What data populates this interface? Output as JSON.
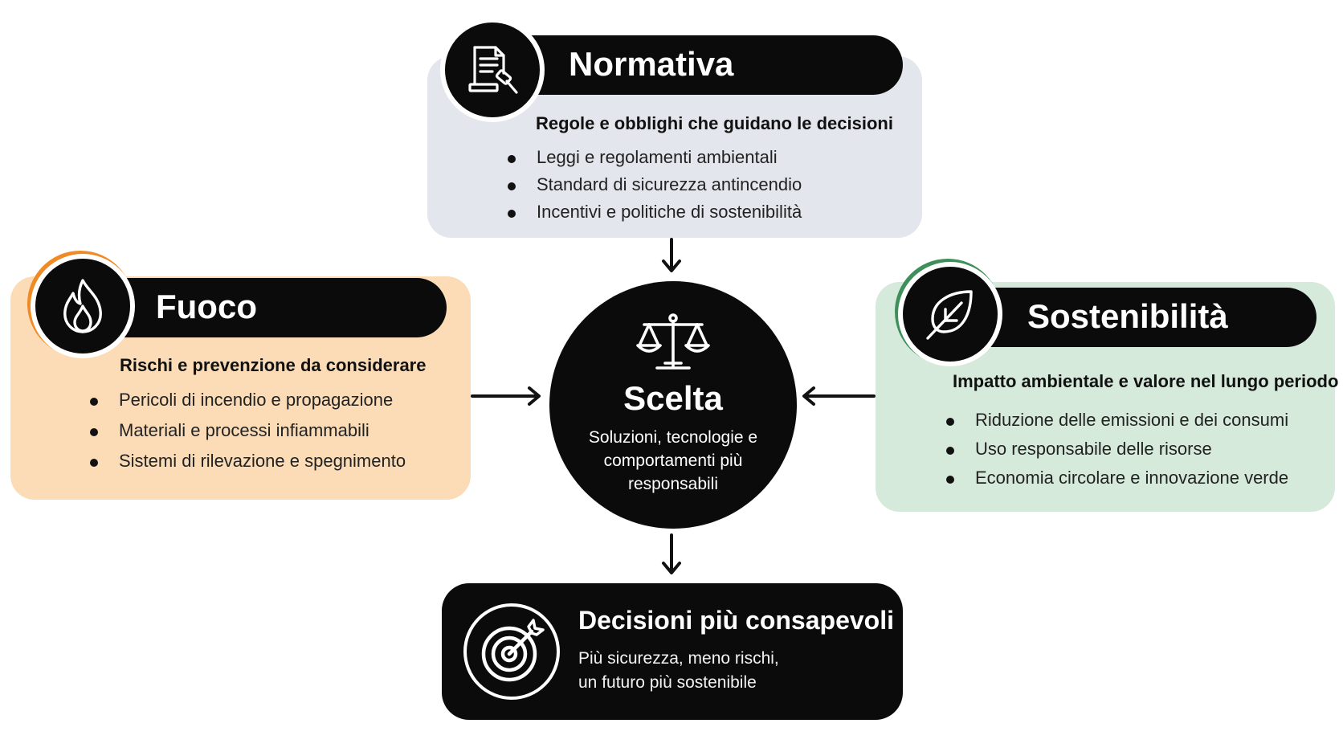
{
  "normativa": {
    "title": "Normativa",
    "subtitle": "Regole e obblighi che guidano le decisioni",
    "items": [
      "Leggi e regolamenti ambientali",
      "Standard di sicurezza antincendio",
      "Incentivi e politiche di sostenibilità"
    ],
    "icon": "document-gavel-icon",
    "color": "#e3e6ec"
  },
  "fuoco": {
    "title": "Fuoco",
    "subtitle": "Rischi e prevenzione da considerare",
    "items": [
      "Pericoli di incendio e propagazione",
      "Materiali e processi infiammabili",
      "Sistemi di rilevazione e spegnimento"
    ],
    "icon": "flame-icon",
    "color": "#fbdcb6",
    "accent": "#f08a24"
  },
  "sostenibilita": {
    "title": "Sostenibilità",
    "subtitle": "Impatto ambientale e valore nel lungo periodo",
    "items": [
      "Riduzione delle emissioni e dei consumi",
      "Uso responsabile delle risorse",
      "Economia circolare e innovazione verde"
    ],
    "icon": "leaf-icon",
    "color": "#d6eadc",
    "accent": "#3f8f5a"
  },
  "scelta": {
    "title": "Scelta",
    "text": "Soluzioni, tecnologie e comportamenti più responsabili",
    "icon": "scales-icon"
  },
  "risultato": {
    "title": "Decisioni più consapevoli",
    "line1": "Più sicurezza, meno rischi,",
    "line2": "un futuro più sostenibile",
    "icon": "target-icon"
  }
}
